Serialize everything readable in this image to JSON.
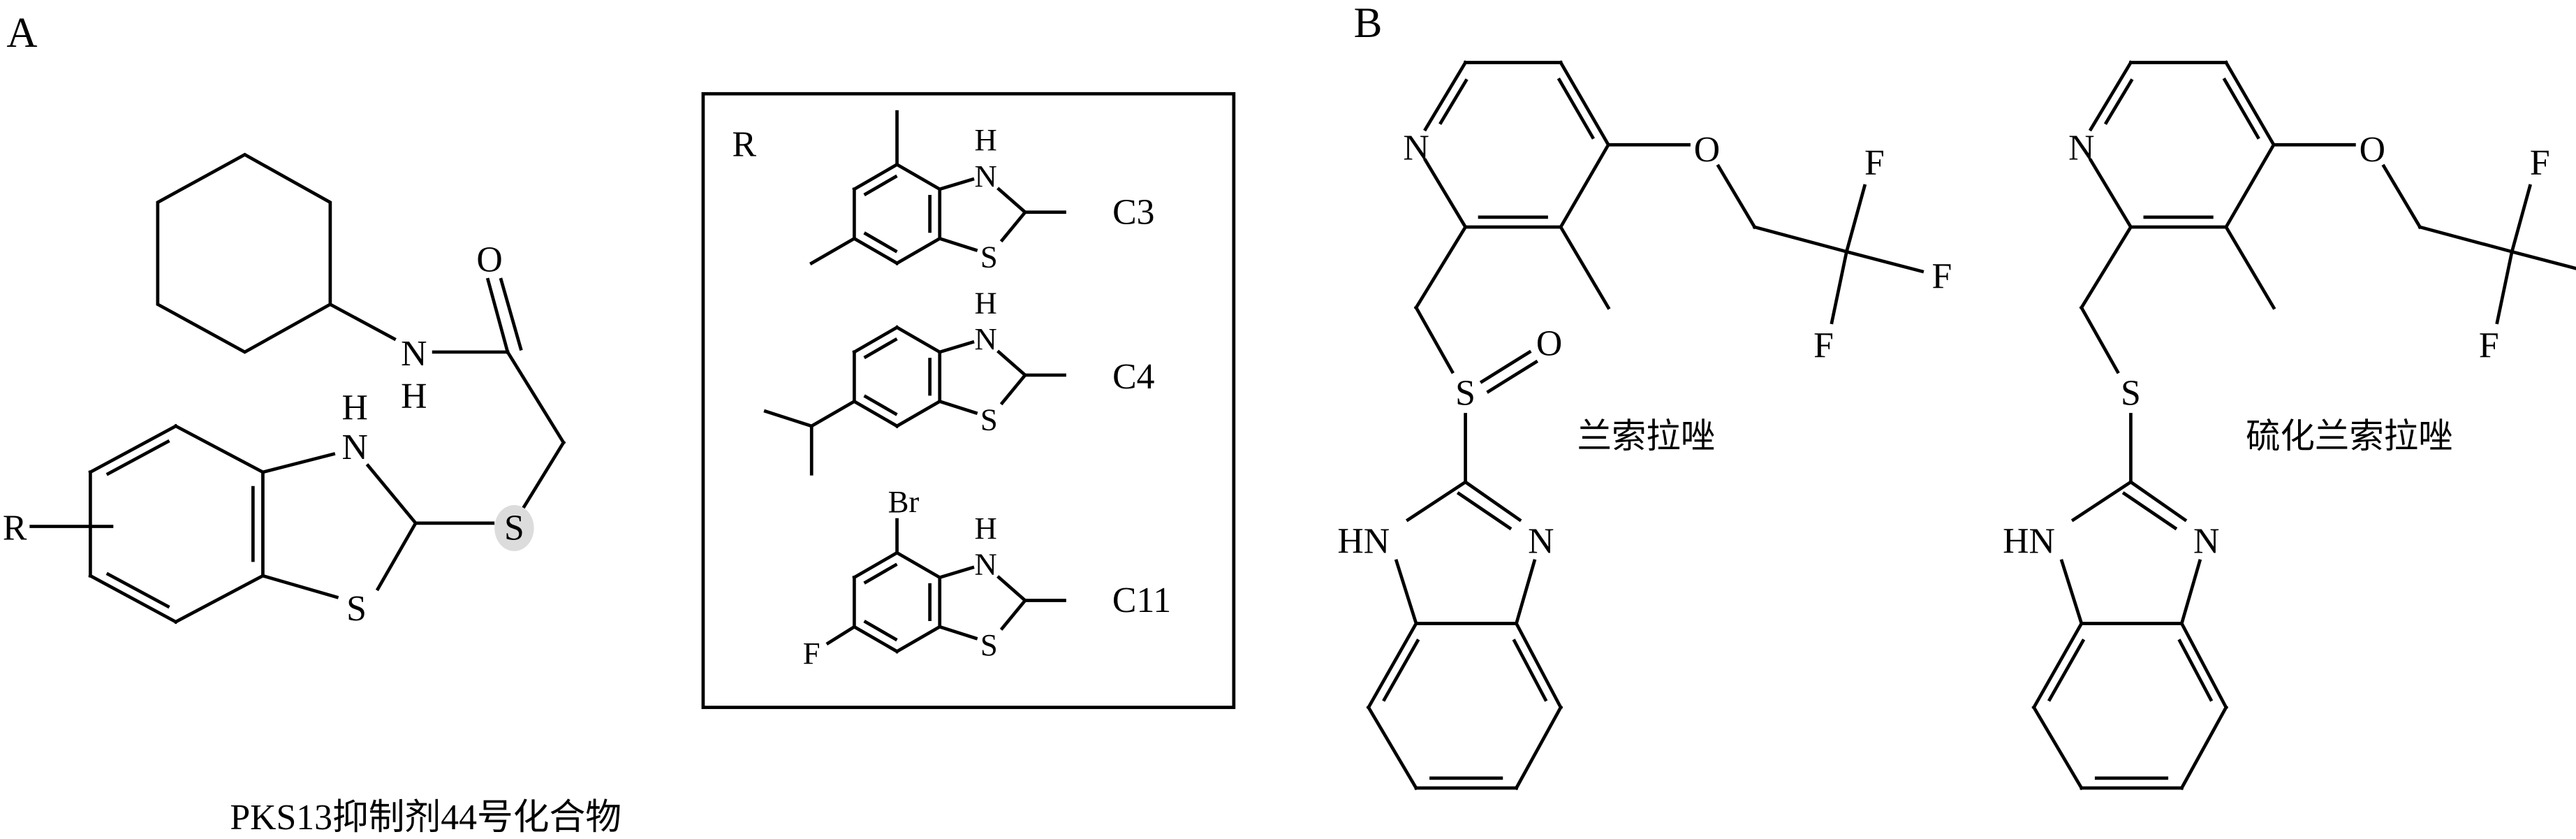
{
  "atoms": {
    "H": "H",
    "N": "N",
    "S": "S",
    "O": "O",
    "F": "F",
    "Br": "Br",
    "R": "R",
    "HN": "HN"
  },
  "panel_a": {
    "label": "A",
    "caption": "PKS13抑制剂44号化合物",
    "r_box": {
      "title": "R",
      "substituents": [
        {
          "name": "C3"
        },
        {
          "name": "C4"
        },
        {
          "name": "C11"
        }
      ]
    }
  },
  "panel_b": {
    "label": "B",
    "compounds": [
      {
        "name": "兰索拉唑"
      },
      {
        "name": "硫化兰索拉唑"
      }
    ]
  },
  "colors": {
    "highlight": "#dcdcdc",
    "ink": "#000000"
  }
}
